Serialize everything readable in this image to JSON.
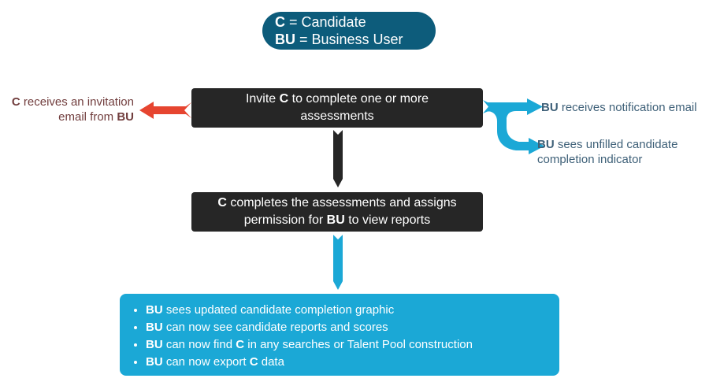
{
  "colors": {
    "legend_pill_bg": "#0d5c7b",
    "process_box_bg": "#262626",
    "cyan_accent": "#1ba8d6",
    "red_arrow": "#e64530",
    "left_note_text": "#713d3d",
    "right_note_text": "#3e6078",
    "box_text": "#ffffff",
    "background": "#ffffff"
  },
  "legend": {
    "lines": [
      [
        {
          "t": "C",
          "b": true
        },
        {
          "t": " = Candidate"
        }
      ],
      [
        {
          "t": "BU",
          "b": true
        },
        {
          "t": " = Business User"
        }
      ]
    ]
  },
  "steps": {
    "invite": [
      [
        {
          "t": "Invite "
        },
        {
          "t": "C",
          "b": true
        },
        {
          "t": " to complete one or more"
        }
      ],
      [
        {
          "t": "assessments"
        }
      ]
    ],
    "complete": [
      [
        {
          "t": "C",
          "b": true
        },
        {
          "t": " completes the assessments and assigns"
        }
      ],
      [
        {
          "t": "permission for "
        },
        {
          "t": "BU",
          "b": true
        },
        {
          "t": " to view reports"
        }
      ]
    ]
  },
  "notes": {
    "left": [
      [
        {
          "t": "C",
          "b": true
        },
        {
          "t": " receives an invitation"
        }
      ],
      [
        {
          "t": "email from "
        },
        {
          "t": "BU",
          "b": true
        }
      ]
    ],
    "right_top": [
      [
        {
          "t": "BU",
          "b": true
        },
        {
          "t": " receives notification email"
        }
      ]
    ],
    "right_bottom": [
      [
        {
          "t": "BU",
          "b": true
        },
        {
          "t": " sees unfilled candidate"
        }
      ],
      [
        {
          "t": "completion indicator"
        }
      ]
    ]
  },
  "results": {
    "bullets": [
      [
        {
          "t": "BU",
          "b": true
        },
        {
          "t": " sees updated candidate completion graphic"
        }
      ],
      [
        {
          "t": "BU",
          "b": true
        },
        {
          "t": " can now see candidate reports and scores"
        }
      ],
      [
        {
          "t": "BU",
          "b": true
        },
        {
          "t": " can now find "
        },
        {
          "t": "C",
          "b": true
        },
        {
          "t": " in any searches or Talent Pool construction"
        }
      ],
      [
        {
          "t": "BU",
          "b": true
        },
        {
          "t": " can now export "
        },
        {
          "t": "C",
          "b": true
        },
        {
          "t": " data"
        }
      ]
    ]
  },
  "icons": {
    "red_left_arrow": "ribbon-arrow-left",
    "cyan_branch_arrow": "ribbon-arrow-right-with-curved-branch",
    "black_down_arrow": "ribbon-arrow-down",
    "cyan_down_arrow": "ribbon-arrow-down"
  }
}
